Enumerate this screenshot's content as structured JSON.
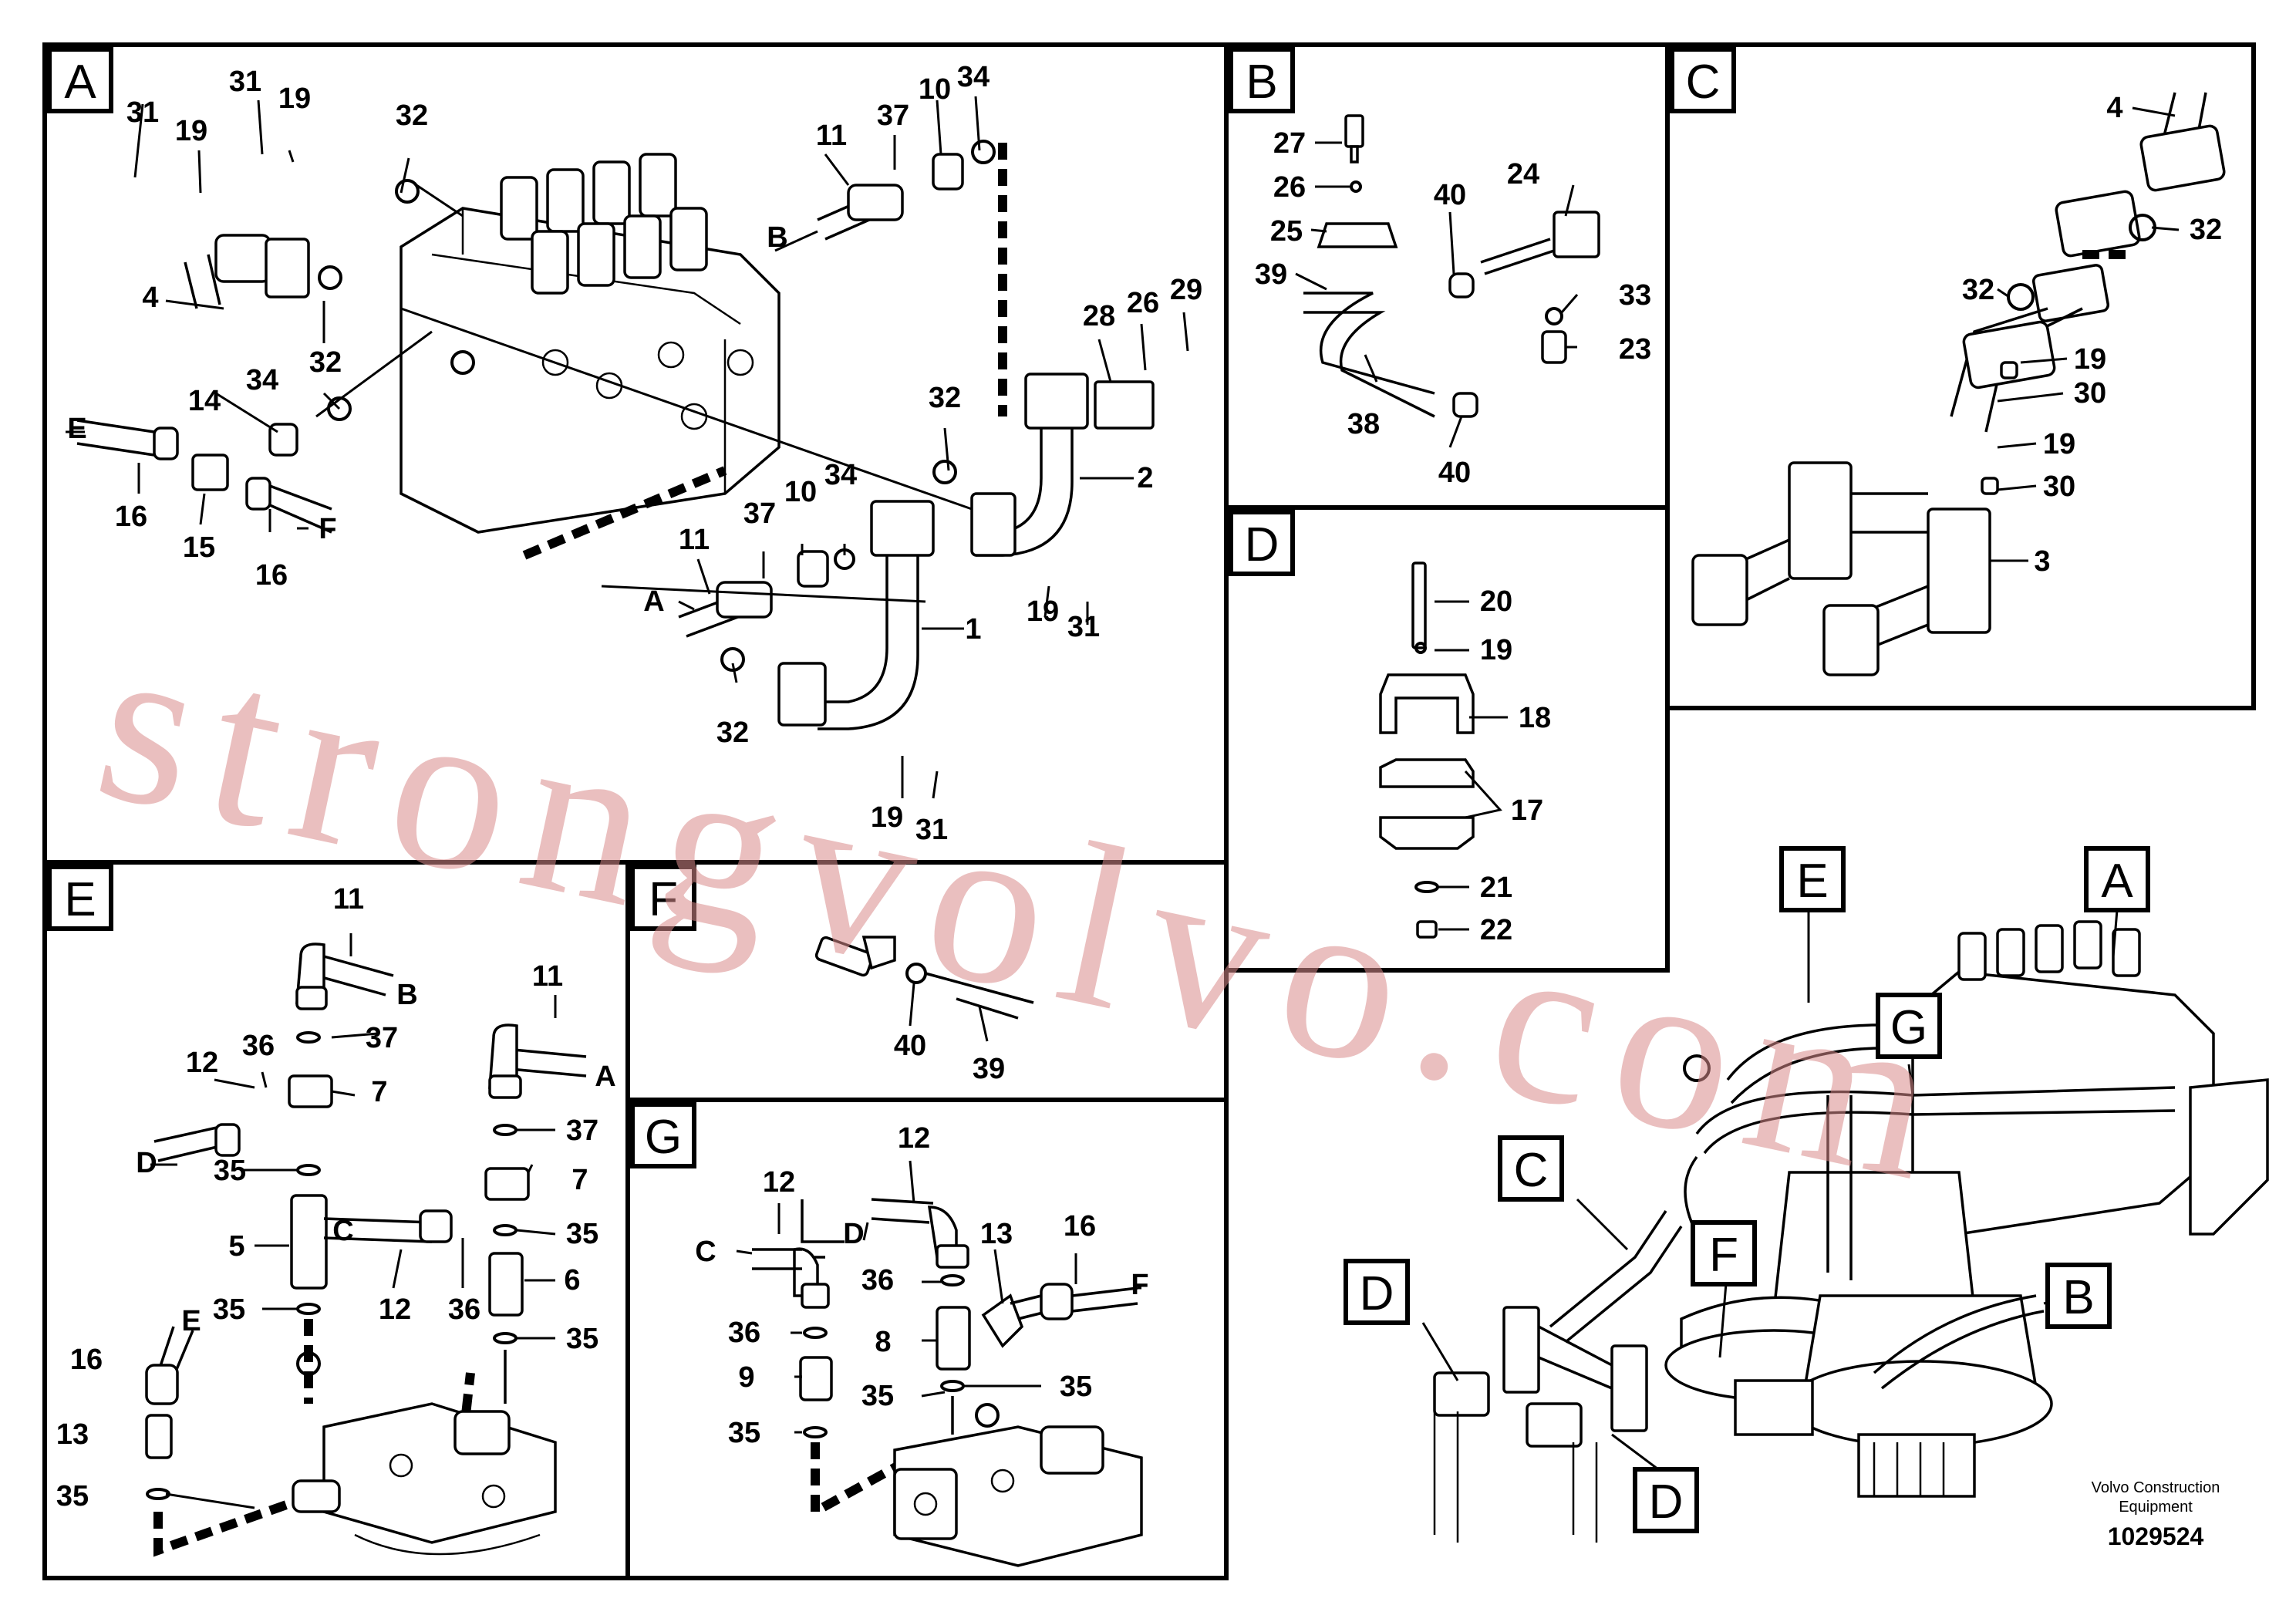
{
  "panels": {
    "A": {
      "tag": "A",
      "callouts": [
        "31",
        "19",
        "31",
        "19",
        "32",
        "4",
        "32",
        "14",
        "34",
        "E",
        "16",
        "15",
        "16",
        "F",
        "11",
        "37",
        "10",
        "34",
        "B",
        "28",
        "26",
        "29",
        "32",
        "2",
        "11",
        "37",
        "10",
        "34",
        "A",
        "1",
        "32",
        "19",
        "31",
        "19",
        "31"
      ]
    },
    "B": {
      "tag": "B",
      "callouts": [
        "27",
        "26",
        "25",
        "39",
        "40",
        "24",
        "33",
        "23",
        "38",
        "40"
      ]
    },
    "C": {
      "tag": "C",
      "callouts": [
        "4",
        "32",
        "32",
        "19",
        "30",
        "19",
        "30",
        "3"
      ]
    },
    "D": {
      "tag": "D",
      "callouts": [
        "20",
        "19",
        "18",
        "17",
        "21",
        "22"
      ]
    },
    "E": {
      "tag": "E",
      "callouts": [
        "11",
        "B",
        "37",
        "12",
        "36",
        "7",
        "D",
        "35",
        "11",
        "A",
        "37",
        "7",
        "C",
        "35",
        "5",
        "12",
        "36",
        "6",
        "35",
        "35",
        "E",
        "16",
        "13",
        "35"
      ]
    },
    "F": {
      "tag": "F",
      "callouts": [
        "40",
        "39"
      ]
    },
    "G": {
      "tag": "G",
      "callouts": [
        "12",
        "12",
        "D",
        "C",
        "13",
        "16",
        "36",
        "F",
        "36",
        "8",
        "9",
        "35",
        "35",
        "35"
      ]
    },
    "overview": {
      "tags": [
        "E",
        "A",
        "G",
        "C",
        "F",
        "B",
        "D",
        "D"
      ]
    }
  },
  "credit": {
    "line1": "Volvo Construction",
    "line2": "Equipment"
  },
  "document_number": "1029524",
  "watermark": "strongvolvo.com",
  "colors": {
    "line": "#000000",
    "watermark": "#d98a8a",
    "background": "#ffffff"
  }
}
